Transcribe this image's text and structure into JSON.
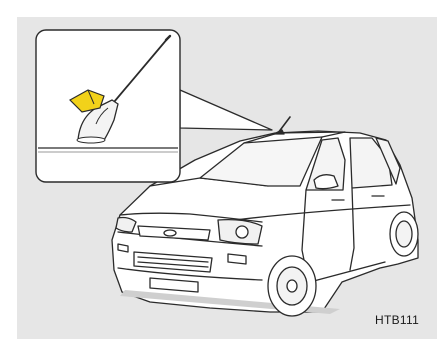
{
  "figure": {
    "code": "HTB111",
    "colors": {
      "panel_bg": "#e6e6e6",
      "line": "#2b2b2b",
      "callout_bg": "#ffffff",
      "highlight": "#f2d21a"
    },
    "icons": [
      "antenna-callout",
      "car-illustration"
    ]
  }
}
